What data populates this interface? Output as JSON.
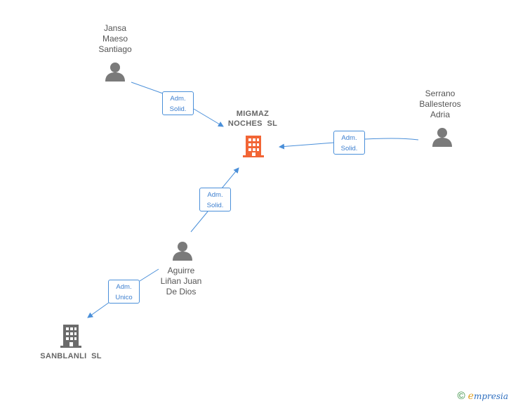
{
  "colors": {
    "edge": "#4a8fd9",
    "person": "#7a7a7a",
    "company_main": "#f26535",
    "company_other": "#6b6b6b",
    "text": "#555555"
  },
  "people": [
    {
      "id": "jansa",
      "lines": [
        "Jansa",
        "Maeso",
        "Santiago"
      ]
    },
    {
      "id": "serrano",
      "lines": [
        "Serrano",
        "Ballesteros",
        "Adria"
      ]
    },
    {
      "id": "aguirre",
      "lines": [
        "Aguirre",
        "Liñan Juan",
        "De Dios"
      ]
    }
  ],
  "companies": [
    {
      "id": "migmaz",
      "lines": [
        "MIGMAZ",
        "NOCHES  SL"
      ]
    },
    {
      "id": "sanblanli",
      "lines": [
        "SANBLANLI  SL"
      ]
    }
  ],
  "edges": [
    {
      "id": "jansa-migmaz",
      "lines": [
        "Adm.",
        "Solid."
      ]
    },
    {
      "id": "serrano-migmaz",
      "lines": [
        "Adm.",
        "Solid."
      ]
    },
    {
      "id": "aguirre-migmaz",
      "lines": [
        "Adm.",
        "Solid."
      ]
    },
    {
      "id": "aguirre-sanblanli",
      "lines": [
        "Adm.",
        "Unico"
      ]
    }
  ],
  "brand": {
    "copyright": "©",
    "name_initial": "e",
    "name_rest": "mpresia"
  }
}
